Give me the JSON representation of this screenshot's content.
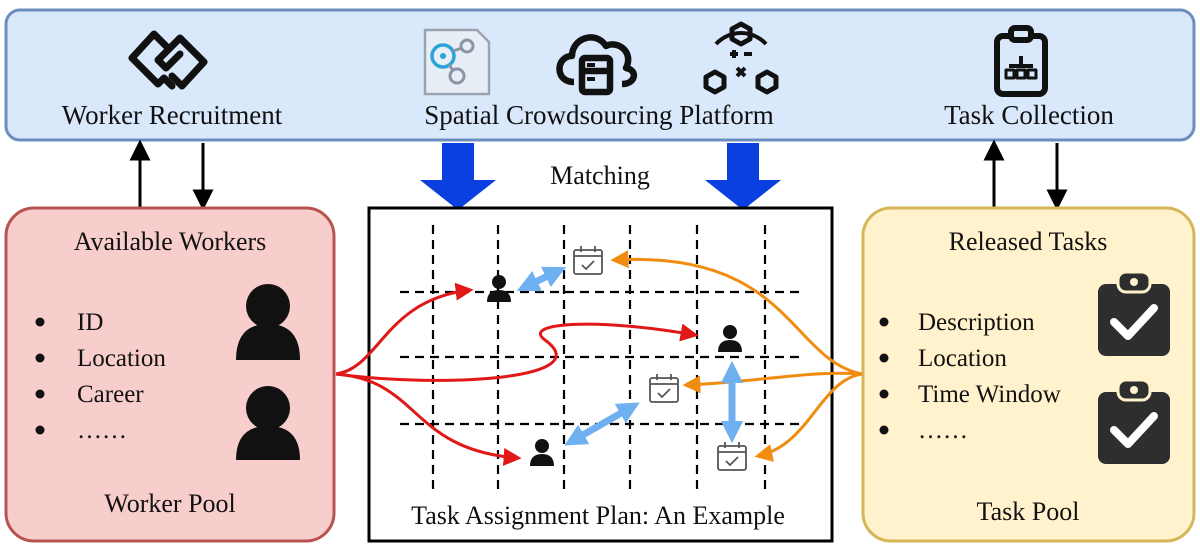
{
  "platform": {
    "worker_recruitment": "Worker Recruitment",
    "platform_name": "Spatial Crowdsourcing Platform",
    "task_collection": "Task Collection",
    "icons": [
      "handshake-icon",
      "network-doc-icon",
      "cloud-server-icon",
      "math-operations-icon",
      "clipboard-org-icon"
    ]
  },
  "matching_label": "Matching",
  "worker_pool": {
    "heading": "Available Workers",
    "items": [
      "ID",
      "Location",
      "Career",
      "……"
    ],
    "footer": "Worker Pool"
  },
  "task_pool": {
    "heading": "Released Tasks",
    "items": [
      "Description",
      "Location",
      "Time Window",
      "……"
    ],
    "footer": "Task Pool"
  },
  "assignment_plan": {
    "caption": "Task Assignment Plan: An Example"
  },
  "colors": {
    "platform_fill": "#dae8fc",
    "platform_stroke": "#6c8ebf",
    "worker_fill": "#f8cecc",
    "worker_stroke": "#b85450",
    "task_fill": "#fff2cc",
    "task_stroke": "#d6b656",
    "matching_arrow": "#0a3fe0",
    "worker_edge": "#e01818",
    "task_edge": "#f08c10",
    "assign_edge": "#6fb0f0"
  }
}
